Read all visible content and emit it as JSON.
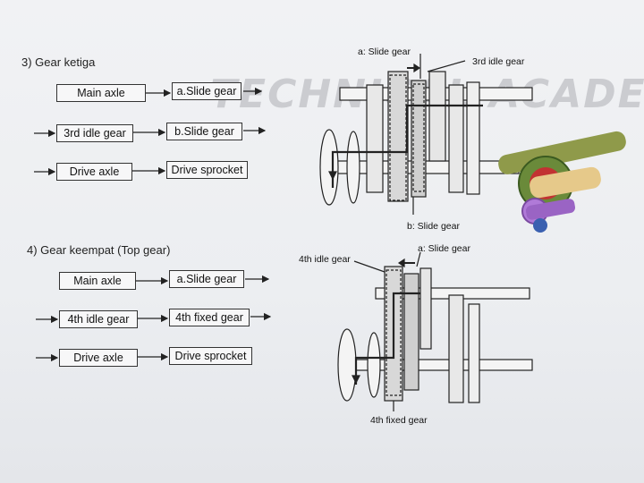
{
  "section3": {
    "title": "3) Gear ketiga",
    "rows": [
      {
        "left": "Main axle",
        "right": "a.Slide gear"
      },
      {
        "left": "3rd idle gear",
        "right": "b.Slide gear"
      },
      {
        "left": "Drive axle",
        "right": "Drive sprocket"
      }
    ],
    "labels": {
      "a_slide": "a: Slide gear",
      "idle3": "3rd idle gear",
      "b_slide": "b: Slide gear"
    }
  },
  "section4": {
    "title": "4) Gear keempat (Top gear)",
    "rows": [
      {
        "left": "Main axle",
        "right": "a.Slide gear"
      },
      {
        "left": "4th idle  gear",
        "right": "4th fixed gear"
      },
      {
        "left": "Drive axle",
        "right": "Drive sprocket"
      }
    ],
    "labels": {
      "a_slide": "a: Slide gear",
      "idle4": "4th idle gear",
      "fixed4": "4th fixed gear"
    }
  },
  "watermark": "TECHNICAL ACADEMY"
}
